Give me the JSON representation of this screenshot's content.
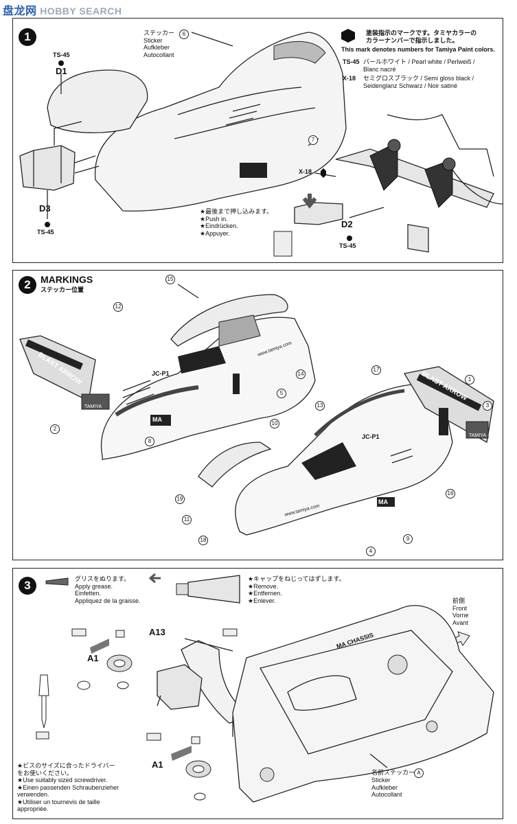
{
  "watermark": {
    "site_cn": "盘龙网",
    "site_en": "HOBBY SEARCH"
  },
  "step1": {
    "number": "1",
    "sticker_label": "ステッカー\nSticker\nAufkleber\nAutocollant",
    "sticker_id": "6",
    "part7": "7",
    "paint_mark_note": "塗装指示のマークです。タミヤカラーの\nカラーナンバーで指示しました。",
    "paint_mark_en": "This mark denotes numbers for Tamiya Paint colors.",
    "ts45_code": "TS-45",
    "ts45_desc": "パールホワイト / Pearl white / Perlweiß /\nBlanc nacré",
    "x18_code": "X-18",
    "x18_desc": "セミグロスブラック / Semi gloss black /\nSeidenglanz Schwarz / Noir satiné",
    "d1_paint": "TS-45",
    "d1_label": "D1",
    "d3_label": "D3",
    "d3_paint": "TS-45",
    "push_in": "★最後まで押し込みます。\n★Push in.\n★Eindrücken.\n★Appuyer.",
    "x18_side": "X-18",
    "d2_label": "D2",
    "d2_paint": "TS-45"
  },
  "step2": {
    "number": "2",
    "title": "MARKINGS",
    "subtitle": "ステッカー位置",
    "callouts": [
      "15",
      "12",
      "14",
      "5",
      "2",
      "8",
      "17",
      "1",
      "3",
      "13",
      "10",
      "16",
      "19",
      "11",
      "9",
      "18",
      "4"
    ],
    "decal_blast": "BLAST ARROW",
    "decal_jc": "JC-P1",
    "decal_ma": "MA",
    "decal_web": "www.tamiya.com",
    "decal_tamiya": "TAMIYA"
  },
  "step3": {
    "number": "3",
    "grease": "グリスをぬります。\nApply grease.\nEinfetten.\nAppliquez de la graisse.",
    "remove_cap": "★キャップをねじってはずします。\n★Remove.\n★Entfernen.\n★Enlever.",
    "front": "前側\nFront\nVorne\nAvant",
    "a13": "A13",
    "a1_top": "A1",
    "a1_bottom": "A1",
    "screwdriver": "★ビスのサイズに合ったドライバー\nをお使いください。\n★Use suitably sized screwdriver.\n★Einen passenden Schraubenzieher\nverwenden.\n★Utiliser un tournevis de taille\nappropriée.",
    "name_sticker": "名前ステッカー",
    "name_sticker_id": "A",
    "name_sticker_lang": "Sticker\nAufkleber\nAutocollant",
    "chassis_text": "MA CHASSIS"
  }
}
